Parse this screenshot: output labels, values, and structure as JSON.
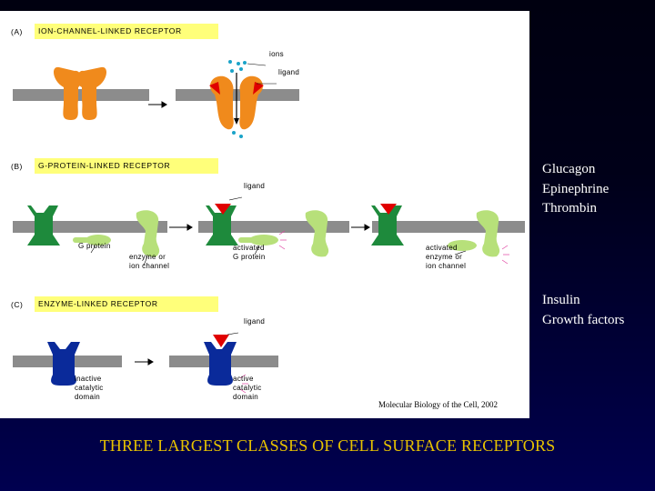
{
  "figure": {
    "panel_a": {
      "letter": "(A)",
      "title": "ION-CHANNEL-LINKED  RECEPTOR",
      "labels": {
        "ions": "ions",
        "ligand": "ligand"
      }
    },
    "panel_b": {
      "letter": "(B)",
      "title": "G-PROTEIN-LINKED  RECEPTOR",
      "labels": {
        "ligand": "ligand",
        "g_protein": "G protein",
        "enzyme": "enzyme or\nion channel",
        "activated_g": "activated\nG protein",
        "activated_enzyme": "activated\nenzyme or\nion channel"
      }
    },
    "panel_c": {
      "letter": "(C)",
      "title": "ENZYME-LINKED  RECEPTOR",
      "labels": {
        "ligand": "ligand",
        "inactive": "inactive\ncatalytic\ndomain",
        "active": "active\ncatalytic\ndomain"
      }
    },
    "credit": "Molecular Biology of the Cell, 2002",
    "colors": {
      "membrane": "#8c8c8c",
      "ion_channel": "#f08a1c",
      "ligand": "#e00000",
      "g_receptor": "#1e8a3c",
      "g_light": "#b7e07a",
      "enzyme_receptor": "#0a2a9a",
      "title_bg": "#ffff7a",
      "ion": "#1aa3c8"
    }
  },
  "side_lists": {
    "g_protein_examples": [
      "Glucagon",
      "Epinephrine",
      "Thrombin"
    ],
    "enzyme_examples": [
      "Insulin",
      "Growth factors"
    ]
  },
  "caption": "THREE LARGEST CLASSES OF CELL SURFACE RECEPTORS"
}
